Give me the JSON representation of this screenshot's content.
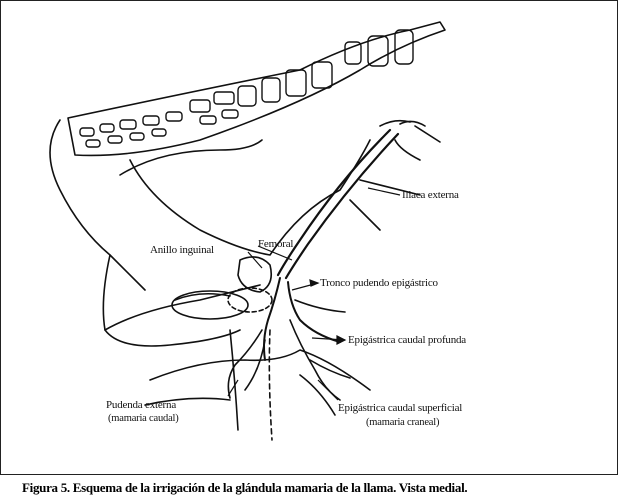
{
  "labels": {
    "iliaca_externa": "Iliaca externa",
    "femoral": "Femoral",
    "anillo_inguinal": "Anillo inguinal",
    "tronco_pudendo": "Tronco pudendo epigástrico",
    "epigastrica_profunda": "Epigástrica caudal profunda",
    "pudenda_externa": "Pudenda externa",
    "pudenda_externa_sub": "(mamaria caudal)",
    "epigastrica_superficial": "Epigástrica caudal superficial",
    "epigastrica_superficial_sub": "(mamaria craneal)"
  },
  "caption": "Figura 5. Esquema de la irrigación de la glándula mamaria de la llama. Vista medial."
}
